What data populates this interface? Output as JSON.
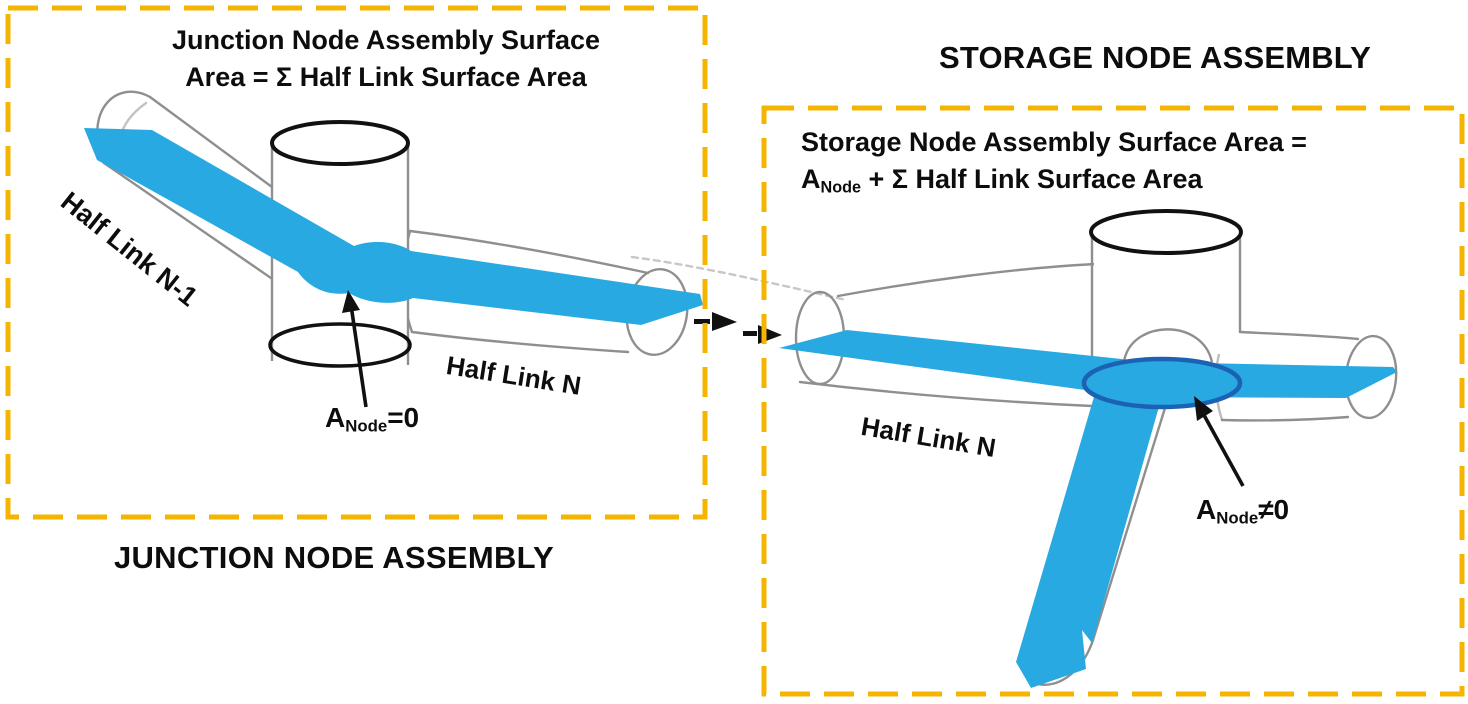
{
  "colors": {
    "accent_yellow": "#F5B400",
    "link_blue": "#29A9E1",
    "node_stroke_blue": "#1B62B5",
    "sketch_gray": "#8F8F8F",
    "text_black": "#0D0D0D"
  },
  "left_box": {
    "title_line1": "Junction Node Assembly Surface",
    "title_line2": "Area = Σ Half Link Surface Area",
    "half_link_n1_label": "Half Link N-1",
    "half_link_n_label": "Half Link N",
    "a_node": {
      "base": "A",
      "sub": "Node",
      "rest": "=0"
    },
    "caption": "JUNCTION NODE ASSEMBLY"
  },
  "right_box": {
    "title": "STORAGE NODE ASSEMBLY",
    "formula_line1": "Storage Node Assembly Surface Area =",
    "formula_line2": {
      "base": "A",
      "sub": "Node",
      "rest": " + Σ Half Link Surface Area"
    },
    "half_link_n_label": "Half Link N",
    "a_node": {
      "base": "A",
      "sub": "Node",
      "rest": "≠0"
    }
  }
}
